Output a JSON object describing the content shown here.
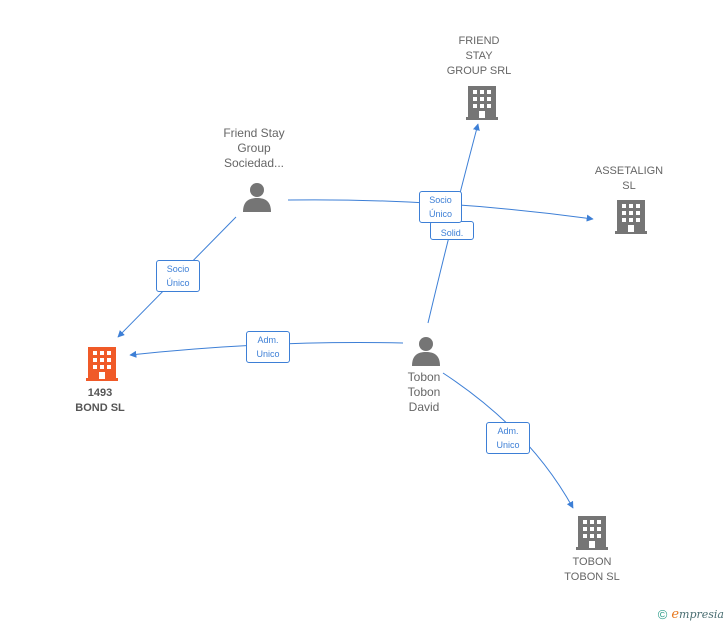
{
  "nodes": {
    "friend_stay_srl": {
      "label": [
        "FRIEND",
        "STAY",
        "GROUP SRL"
      ],
      "icon": "building-icon"
    },
    "assetalign": {
      "label": [
        "ASSETALIGN",
        "SL"
      ],
      "icon": "building-icon"
    },
    "friend_stay_sociedad": {
      "label": [
        "Friend Stay",
        "Group",
        "Sociedad..."
      ],
      "icon": "person-icon"
    },
    "bond_1493": {
      "label": [
        "1493",
        "BOND  SL"
      ],
      "icon": "building-icon"
    },
    "tobon_david": {
      "label": [
        "Tobon",
        "Tobon",
        "David"
      ],
      "icon": "person-icon"
    },
    "tobon_tobon_sl": {
      "label": [
        "TOBON",
        "TOBON  SL"
      ],
      "icon": "building-icon"
    }
  },
  "edges": {
    "socio_unico_friend": [
      "Socio",
      "Único"
    ],
    "socio_unico_top": [
      "Socio",
      "Único"
    ],
    "solid": [
      "Solid."
    ],
    "adm_unico_bond": [
      "Adm.",
      "Unico"
    ],
    "adm_unico_tobon": [
      "Adm.",
      "Unico"
    ]
  },
  "footer": {
    "copyright_symbol": "©",
    "brand_initial": "e",
    "brand_rest": "mpresia"
  },
  "colors": {
    "edge": "#3d7fd6",
    "node_gray": "#757575",
    "focus": "#f05a28"
  }
}
